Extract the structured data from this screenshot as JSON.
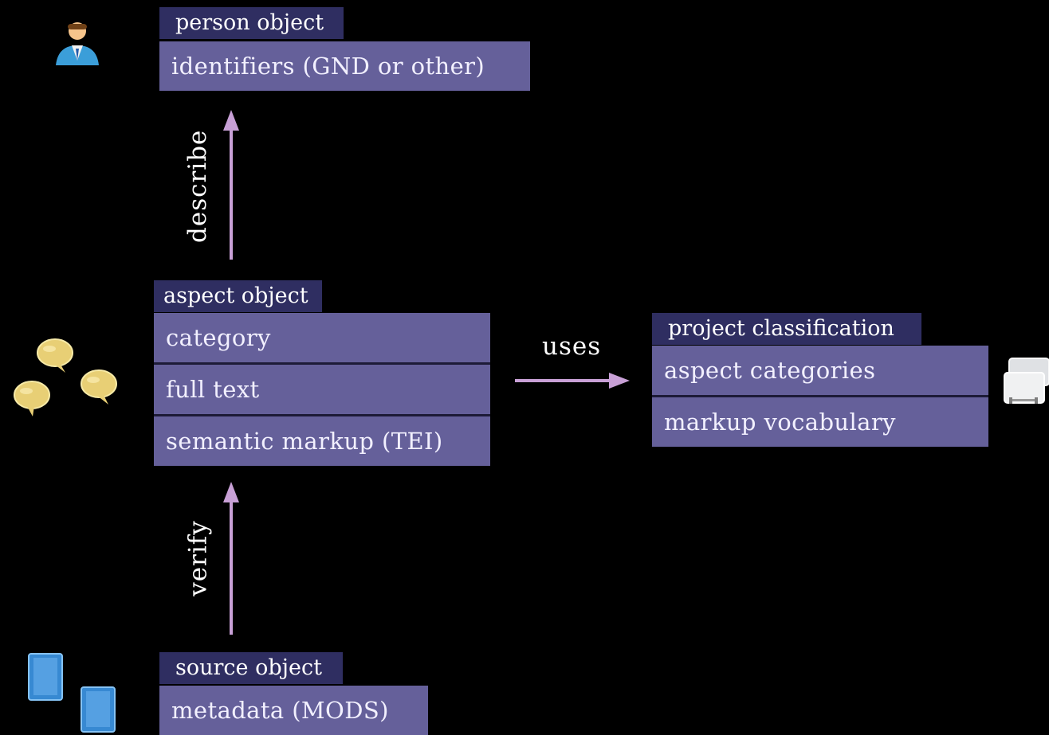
{
  "objects": {
    "person": {
      "title": "person object",
      "fields": [
        "identifiers (GND or other)"
      ]
    },
    "aspect": {
      "title": "aspect object",
      "fields": [
        "category",
        "full text",
        "semantic markup (TEI)"
      ]
    },
    "source": {
      "title": "source object",
      "fields": [
        "metadata (MODS)"
      ]
    },
    "project": {
      "title": "project classification",
      "fields": [
        "aspect categories",
        "markup vocabulary"
      ]
    }
  },
  "relations": {
    "describe": "describe",
    "verify": "verify",
    "uses": "uses"
  },
  "icons": {
    "person": "person-icon",
    "aspect": "speech-bubbles-icon",
    "source": "books-icon",
    "project": "folders-icon"
  },
  "colors": {
    "background": "#000000",
    "title_box": "#2f2e61",
    "field_box": "#65609a",
    "arrow": "#c8a0d6"
  }
}
